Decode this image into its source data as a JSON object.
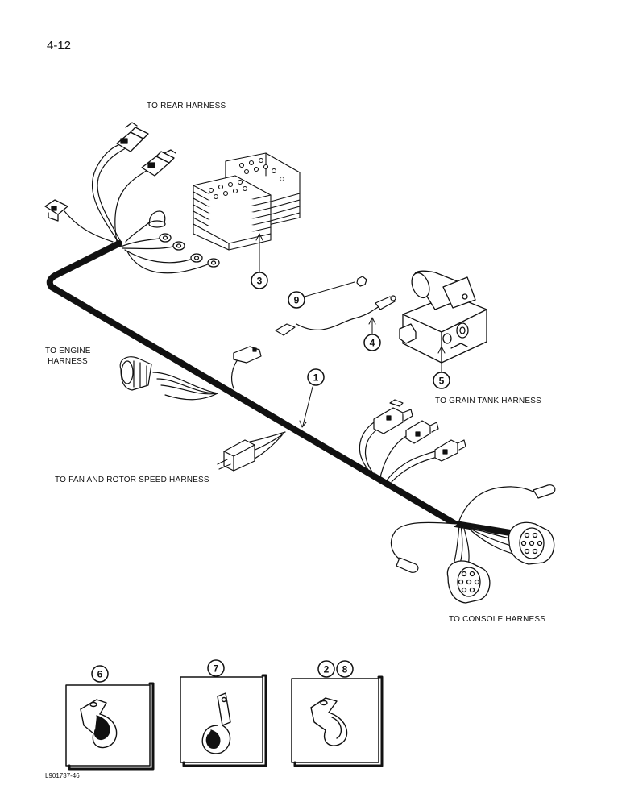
{
  "page_number": "4-12",
  "labels": {
    "rear": "TO REAR HARNESS",
    "engine_1": "TO ENGINE",
    "engine_2": "HARNESS",
    "fan": "TO FAN AND ROTOR SPEED HARNESS",
    "grain": "TO GRAIN TANK HARNESS",
    "console": "TO CONSOLE HARNESS"
  },
  "callouts": {
    "c1": "1",
    "c3": "3",
    "c4": "4",
    "c5": "5",
    "c9": "9",
    "c6": "6",
    "c7": "7",
    "c2": "2",
    "c8": "8"
  },
  "figure_code": "L901737-46",
  "colors": {
    "ink": "#111111",
    "paper": "#ffffff"
  }
}
